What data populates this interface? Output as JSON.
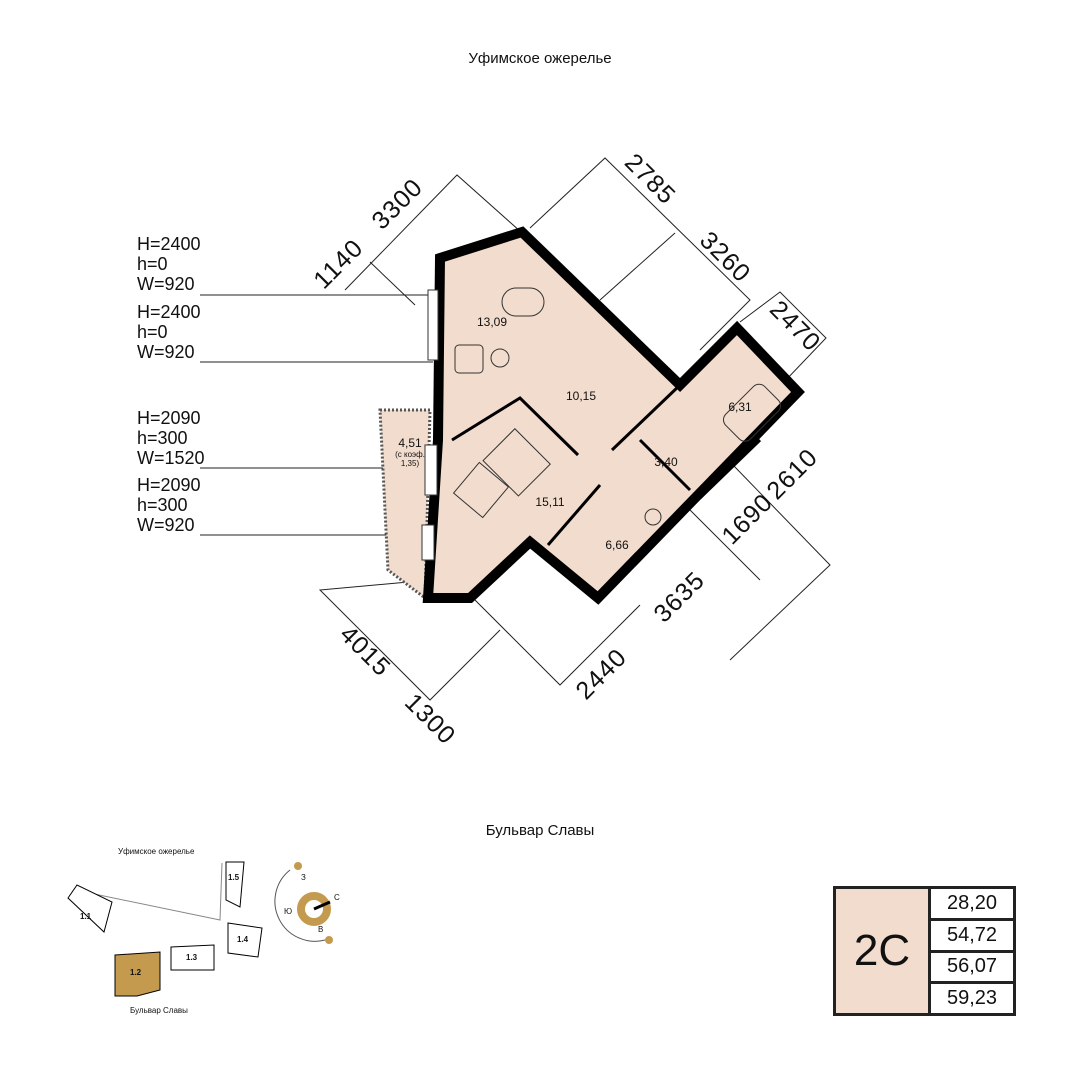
{
  "streets": {
    "top": "Уфимское ожерелье",
    "bottom": "Бульвар Славы"
  },
  "dimensions": [
    "3300",
    "1140",
    "2785",
    "3260",
    "2470",
    "2610",
    "1690",
    "3635",
    "2440",
    "4015",
    "1300"
  ],
  "windows": [
    {
      "H": "H=2400",
      "h": "h=0",
      "W": "W=920"
    },
    {
      "H": "H=2400",
      "h": "h=0",
      "W": "W=920"
    },
    {
      "H": "H=2090",
      "h": "h=300",
      "W": "W=1520"
    },
    {
      "H": "H=2090",
      "h": "h=300",
      "W": "W=920"
    }
  ],
  "rooms": {
    "living": "13,09",
    "kitchen": "10,15",
    "bath": "6,31",
    "hall_small": "3,40",
    "bedroom": "15,11",
    "hall": "6,66",
    "balcony": "4,51",
    "balcony_note1": "(с коэф.",
    "balcony_note2": "1,35)"
  },
  "minimap": {
    "top": "Уфимское ожерелье",
    "bottom": "Бульвар Славы",
    "sections": [
      "1.1",
      "1.2",
      "1.3",
      "1.4",
      "1.5"
    ],
    "active": "1.2",
    "compass": {
      "w": "З",
      "n": "С",
      "s": "Ю",
      "e": "В"
    }
  },
  "card": {
    "type": "2С",
    "areas": [
      "28,20",
      "54,72",
      "56,07",
      "59,23"
    ]
  },
  "colors": {
    "room_fill": "#f2dccd",
    "accent": "#c49a4e",
    "wall": "#000000"
  }
}
